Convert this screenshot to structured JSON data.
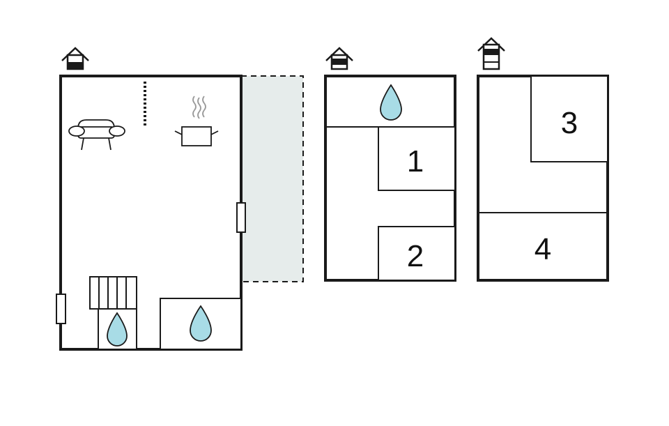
{
  "colors": {
    "wall": "#1a1a1a",
    "water": "#a8dce6",
    "terrace": "#e6eceb",
    "background": "#ffffff"
  },
  "icons": {
    "floor_indicator": "house-floor-icon",
    "water": "water-drop-icon",
    "sofa": "sofa-icon",
    "cooking": "cooking-pot-icon",
    "stairs": "stairs-icon",
    "window": "window-icon",
    "door": "door-icon"
  },
  "plans": {
    "ground_floor": {
      "floor_level": "ground",
      "has_terrace": true,
      "has_living_area": true,
      "has_kitchen": true,
      "has_stairs": true,
      "bathrooms": 2
    },
    "first_floor": {
      "floor_level": "first",
      "bathrooms": 1,
      "rooms": [
        {
          "number": "1"
        },
        {
          "number": "2"
        }
      ]
    },
    "second_floor": {
      "floor_level": "second",
      "rooms": [
        {
          "number": "3"
        },
        {
          "number": "4"
        }
      ]
    }
  }
}
